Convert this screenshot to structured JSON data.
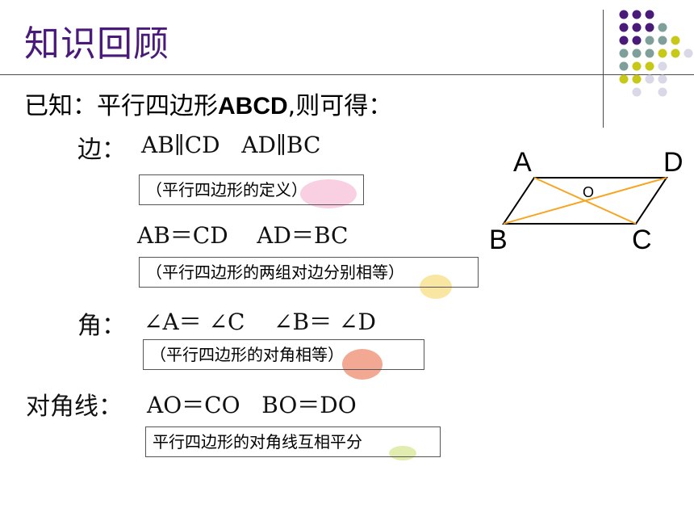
{
  "title": "知识回顾",
  "given": {
    "prefix": "已知：平行四边形",
    "name": "ABCD",
    "suffix": ",则可得："
  },
  "sides": {
    "label": "边：",
    "parallel": "AB∥CD   AD∥BC",
    "parallel_reason": "（平行四边形的定义）",
    "equal": "AB＝CD    AD＝BC",
    "equal_reason": "（平行四边形的两组对边分别相等）"
  },
  "angles": {
    "label": "角：",
    "equal": "∠A＝ ∠C    ∠B＝ ∠D",
    "reason": "（平行四边形的对角相等）"
  },
  "diagonals": {
    "label": "对角线：",
    "equal": "AO＝CO   BO＝DO",
    "reason": "平行四边形的对角线互相平分"
  },
  "figure": {
    "A": "A",
    "B": "B",
    "C": "C",
    "D": "D",
    "O": "O"
  },
  "colors": {
    "title": "#4a1a7a",
    "diagonal": "#f5a623",
    "dot_purple": "#4a1a7a",
    "dot_teal": "#7f9f9a",
    "dot_yellow": "#c8c818",
    "dot_light": "#d8d8e6"
  }
}
